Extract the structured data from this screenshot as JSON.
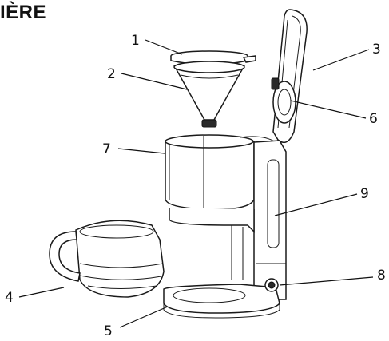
{
  "title": "IÈRE",
  "callouts": [
    {
      "id": "1",
      "label": "1"
    },
    {
      "id": "2",
      "label": "2"
    },
    {
      "id": "3",
      "label": "3"
    },
    {
      "id": "4",
      "label": "4"
    },
    {
      "id": "5",
      "label": "5"
    },
    {
      "id": "6",
      "label": "6"
    },
    {
      "id": "7",
      "label": "7"
    },
    {
      "id": "8",
      "label": "8"
    },
    {
      "id": "9",
      "label": "9"
    }
  ]
}
